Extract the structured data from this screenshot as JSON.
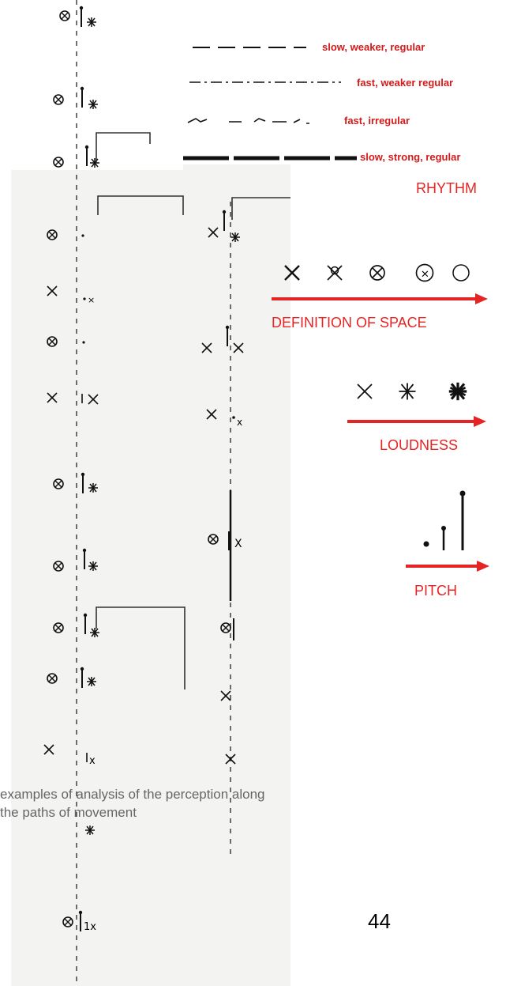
{
  "rhythm": {
    "title": "RHYTHM",
    "items": [
      {
        "label": "slow, weaker, regular"
      },
      {
        "label": "fast, weaker regular"
      },
      {
        "label": "fast, irregular"
      },
      {
        "label": "slow, strong, regular"
      }
    ]
  },
  "space": {
    "title": "DEFINITION OF SPACE"
  },
  "loudness": {
    "title": "LOUDNESS"
  },
  "pitch": {
    "title": "PITCH"
  },
  "caption": {
    "line1": "examples of analysis of the perception along",
    "line2": "the paths of movement"
  },
  "page_number": "44",
  "colors": {
    "accent": "#e52424",
    "ink": "#111111",
    "caption": "#666666"
  }
}
